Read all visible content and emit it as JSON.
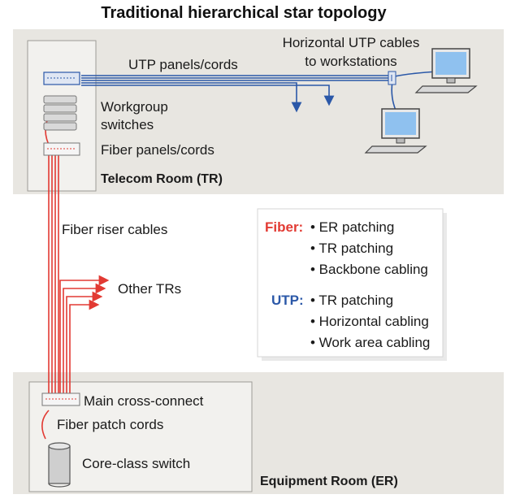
{
  "title": "Traditional hierarchical star topology",
  "telecom_room": {
    "name": "Telecom Room (TR)",
    "utp_label": "UTP panels/cords",
    "horizontal_label_line1": "Horizontal UTP cables",
    "horizontal_label_line2": "to workstations",
    "switches_line1": "Workgroup",
    "switches_line2": "switches",
    "fiber_panels_label": "Fiber panels/cords"
  },
  "riser_label": "Fiber riser cables",
  "other_trs_label": "Other TRs",
  "legend": {
    "fiber_title": "Fiber:",
    "fiber_items": [
      "• ER patching",
      "• TR patching",
      "• Backbone cabling"
    ],
    "utp_title": "UTP:",
    "utp_items": [
      "• TR patching",
      "• Horizontal cabling",
      "• Work area cabling"
    ]
  },
  "equipment_room": {
    "name": "Equipment Room (ER)",
    "cross_connect_label": "Main cross-connect",
    "patch_cords_label": "Fiber patch cords",
    "core_switch_label": "Core-class switch"
  },
  "colors": {
    "room_fill": "#e8e6e1",
    "utp_blue": "#2b58a8",
    "fiber_red": "#e23a33",
    "panel_fill": "#dfe6f3",
    "screen_blue": "#8fc1ef"
  },
  "icons": {
    "workstation": "computer-monitor-icon",
    "switch_stack": "server-stack-icon",
    "core_switch": "cylinder-icon"
  }
}
